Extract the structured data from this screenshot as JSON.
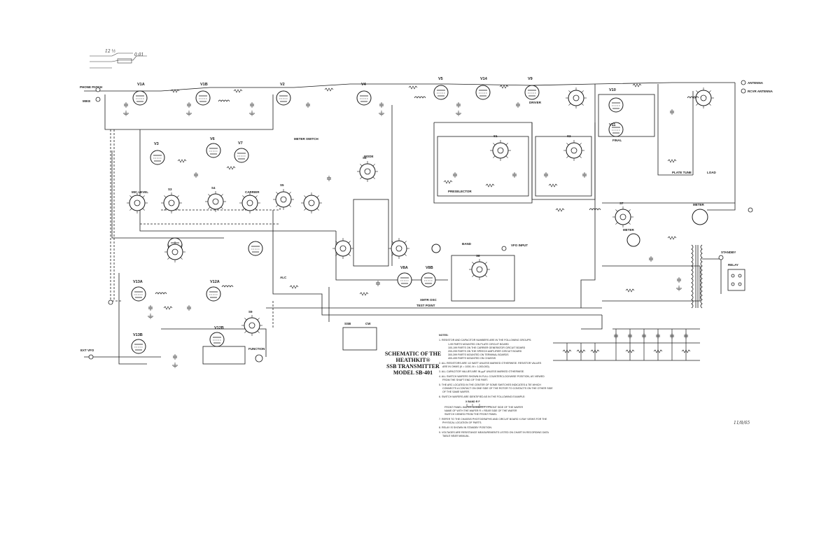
{
  "title": {
    "line1": "SCHEMATIC OF THE",
    "line2": "HEATHKIT®",
    "line3": "SSB TRANSMITTER",
    "line4": "MODEL SB-401"
  },
  "handwritten": {
    "top_a": "12 ½",
    "top_b": "0.01",
    "corner_date": "11/8/65"
  },
  "labels": {
    "mike": "MIKE",
    "phone_patch": "PHONE PATCH",
    "antenna": "ANTENNA",
    "rcvr_antenna": "RCVR ANTENNA",
    "meter": "METER",
    "meter_switch": "METER SWITCH",
    "function": "FUNCTION",
    "band": "BAND",
    "mode": "MODE",
    "test_point": "TEST POINT",
    "ext_vfo": "EXT VFO",
    "relay": "RELAY",
    "ssb": "SSB",
    "cw": "CW",
    "xmtr_osc": "XMTR OSC",
    "ald": "ALC",
    "driver": "DRIVER",
    "final": "FINAL",
    "vfo_input": "VFO INPUT",
    "plate_tune": "PLATE TUNE",
    "load": "LOAD",
    "preselector": "PRESELECTOR",
    "carrier": "CARRIER",
    "mic_level": "MIC LEVEL",
    "standby": "STANDBY"
  },
  "tubes": {
    "v1a": "V1A",
    "v1b": "V1B",
    "v2": "V2",
    "v3": "V3",
    "v4": "V4",
    "v5": "V5",
    "v6": "V6",
    "v7": "V7",
    "v8a": "V8A",
    "v8b": "V8B",
    "v9": "V9",
    "v10": "V10",
    "v11": "V11",
    "v12a": "V12A",
    "v12b": "V12B",
    "v13a": "V13A",
    "v13b": "V13B",
    "v14": "V14"
  },
  "switches": {
    "s1": "S1",
    "s2": "S2",
    "s3": "S3",
    "s4": "S4",
    "s5": "S5",
    "s6": "S6",
    "s7": "S7",
    "s8": "S8",
    "s9": "S9"
  },
  "notes": {
    "heading": "NOTES:",
    "lines": [
      "1. RESISTOR AND CAPACITOR NUMBERS ARE IN THE FOLLOWING GROUPS:",
      "1-99   PARTS MOUNTED ON PLATE CIRCUIT BOARD",
      "100-199   PARTS ON THE CARRIER GENERATOR CIRCUIT BOARD",
      "200-299   PARTS ON THE SPEECH AMPLIFIER CIRCUIT BOARD",
      "300-399   PARTS MOUNTED ON TERMINAL BOARDS",
      "400-499   PARTS MOUNTED ON CHASSIS",
      "2. ALL RESISTORS ARE 1/2 WATT UNLESS MARKED OTHERWISE. RESISTOR VALUES",
      "ARE IN OHMS (K = 1000, M = 1,000,000).",
      "3. ALL CAPACITOR VALUES ARE IN μμF UNLESS MARKED OTHERWISE.",
      "4. ALL SWITCH WAFERS SHOWN IN FULL COUNTERCLOCKWISE POSITION, AS VIEWED",
      "FROM THE SHAFT END OF THE PART.",
      "5. THE ARC LOCATED IN THE CENTER OF SOME SWITCHES INDICATES A TIE WHICH",
      "CONNECTS A CONTACT ON ONE SIDE OF THE ROTOR TO CONTACTS ON THE OTHER SIDE",
      "OF THE SAME WAFER.",
      "6. SWITCH WAFERS ARE IDENTIFIED AS IN THE FOLLOWING EXAMPLE:",
      "FRONT PANEL   WAFER NUMBER   F = FRONT SIDE OF THE WAFER",
      "NAME OF       WITH THE WAFER  R = REAR SIDE OF THE WAFER",
      "SWITCH        VIEWED FROM THE FRONT PANEL",
      "7. REFER TO THE CHASSIS PHOTOGRAPHS AND CIRCUIT BOARD X-RAY VIEWS FOR THE",
      "PHYSICAL LOCATION OF PARTS.",
      "8. RELAY IS SHOWN IN STANDBY POSITION.",
      "9. VOLTAGES ARE RESISTANCE MEASUREMENTS LISTED ON CHART IN RECORDING DATA",
      "TABLE NEAR MANUAL."
    ],
    "example_code": "X BAND  R  F"
  },
  "colors": {
    "ink": "#1a1a1a",
    "paper": "#ffffff"
  }
}
